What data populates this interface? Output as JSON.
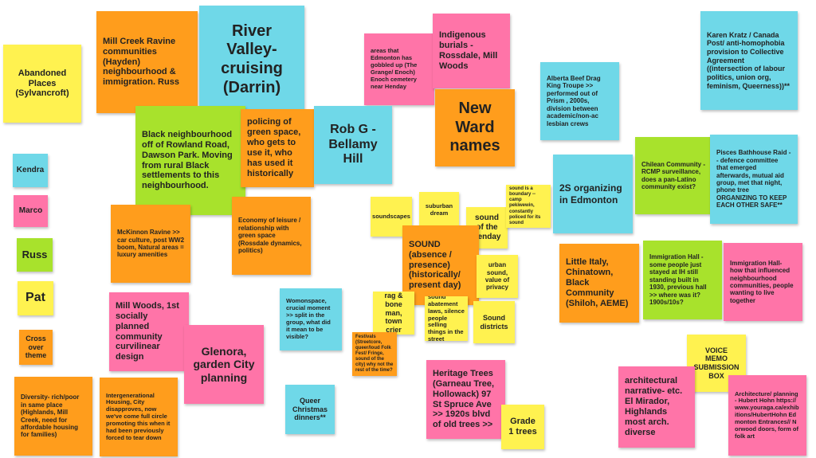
{
  "notes": {
    "abandoned_places": "Abandoned Places (Sylvancroft)",
    "mill_creek": "Mill Creek Ravine communities (Hayden) neighbourhood & immigration. Russ",
    "river_valley": "River Valley- cruising (Darrin)",
    "edmonton_gobbled": "areas that Edmonton has gobbled up (The Grange/ Enoch) Enoch cemetery near Henday",
    "indigenous_burials": "Indigenous burials - Rossdale, Mill Woods",
    "new_ward": "New Ward names",
    "alberta_beef": "Alberta Beef Drag King Troupe >> performed out of Prism , 2000s, division between academic/non-ac lesbian crews",
    "karen_kratz": "Karen Kratz / Canada Post/ anti-homophobia provision to Collective Agreement ((intersection of labour politics, union org, feminism, Queerness))**",
    "black_neighbourhood": "Black neighbourhood off of Rowland Road, Dawson Park. Moving from rural Black settlements to this neighbourhood.",
    "policing_green": "policing of green space, who gets to use it, who has used it historically",
    "rob_g": "Rob G - Bellamy Hill",
    "chilean": "Chilean Community - RCMP surveillance, does a pan-Latino community exist?",
    "pisces": "Pisces Bathhouse Raid -- defence committee that emerged afterwards, mutual aid group, met that night, phone tree ORGANIZING TO KEEP EACH OTHER SAFE**",
    "two_s": "2S organizing in Edmonton",
    "mckinnon": "McKinnon Ravine >> car culture, post WW2 boom, Natural areas = luxury amenities",
    "economy_leisure": "Economy of leisure / relationship with green space (Rossdale dynamics, politics)",
    "soundscapes": "soundscapes",
    "suburban": "suburban dream",
    "sound_henday": "sound of the henday",
    "sound_boundary": "sound is a boundary -- camp pekiwewin, constantly policed for its sound",
    "sound_main": "SOUND (absence / presence) (historically/ present day)",
    "urban_sound": "urban sound, value of privacy",
    "rag_bone": "rag & bone man, town crier",
    "sound_abatement": "sound abatement laws, silence people selling things in the street",
    "sound_districts": "Sound districts",
    "festivals": "Festivals (Streetcore, queer/loud Folk Fest/ Fringe, sound of the city) why not the rest of the time?",
    "little_italy": "Little Italy, Chinatown, Black Community (Shiloh, AEME)",
    "immigration_hall_1": "Immigration Hall - some people just stayed at IH still standing built in 1930, previous hall >> where was it? 1900s/10s?",
    "immigration_hall_2": "Immigration Hall- how that influenced neighbourhood communities, people wanting to live together",
    "mill_woods": "Mill Woods, 1st socially planned community curvilinear design",
    "glenora": "Glenora, garden City planning",
    "womonspace": "Womonspace, crucial moment >> split in the group, what did it mean to be visible?",
    "queer_christmas": "Queer Christmas dinners**",
    "heritage_trees": "Heritage Trees (Garneau Tree, Hollowack) 97 St Spruce Ave >> 1920s blvd of old trees >>",
    "grade1": "Grade 1 trees",
    "voice_memo": "VOICE MEMO SUBMISSION BOX",
    "architectural": "architectural narrative- etc. El Mirador, Highlands most arch. diverse",
    "architecture_hohn": "Architecture/ planning- Hubert Hohn https://www.youraga.ca/exhibitions/HubertHohn Edmonton Entrances// Norwood doors, form of folk art",
    "diversity": "Diversity- rich/poor in same place (Highlands, Mill Creek, need for affordable housing for families)",
    "intergenerational": "Intergenerational Housing, City disapproves, now we've come full circle promoting this when it had been previously forced to tear down"
  },
  "legend": {
    "kendra": "Kendra",
    "marco": "Marco",
    "russ": "Russ",
    "pat": "Pat",
    "crossover": "Cross over theme"
  },
  "colors": {
    "yellow": "#fff250",
    "orange": "#ff9d1c",
    "cyan": "#6fd8e8",
    "pink": "#ff74a8",
    "green": "#a8e22c"
  }
}
